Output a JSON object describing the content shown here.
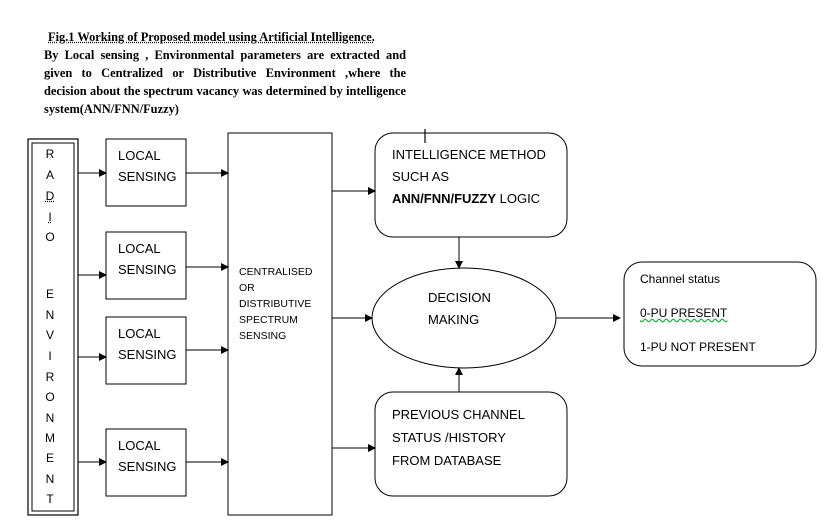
{
  "caption": {
    "title": "Fig.1 Working of Proposed model using Artificial Intelligence.",
    "body": "By Local sensing , Environmental parameters are extracted and given to Centralized or Distributive Environment ,where the decision about the spectrum vacancy was determined by intelligence system(ANN/FNN/Fuzzy)"
  },
  "radio_letters": [
    "R",
    "A",
    "D",
    "I",
    "O",
    "E",
    "N",
    "V",
    "I",
    "R",
    "O",
    "N",
    "M",
    "E",
    "N",
    "T"
  ],
  "local_sensing": [
    {
      "line1": "LOCAL",
      "line2": "SENSING"
    },
    {
      "line1": "LOCAL",
      "line2": "SENSING"
    },
    {
      "line1": "LOCAL",
      "line2": "SENSING"
    },
    {
      "line1": "LOCAL",
      "line2": "SENSING"
    }
  ],
  "spectrum_sensing": {
    "line1": "CENTRALISED",
    "line2": "OR",
    "line3": "DISTRIBUTIVE",
    "line4": "SPECTRUM",
    "line5": "SENSING"
  },
  "intelligence": {
    "line1": "INTELLIGENCE METHOD",
    "line2": "SUCH AS",
    "line3_bold": "ANN/FNN/FUZZY",
    "line3_rest": " LOGIC"
  },
  "decision": {
    "line1": "DECISION",
    "line2": "MAKING"
  },
  "previous": {
    "line1": "PREVIOUS CHANNEL",
    "line2": "STATUS /HISTORY",
    "line3": "FROM DATABASE"
  },
  "channel_status": {
    "title": "Channel status",
    "item1": "0-PU PRESENT",
    "item2": "1-PU NOT PRESENT"
  }
}
